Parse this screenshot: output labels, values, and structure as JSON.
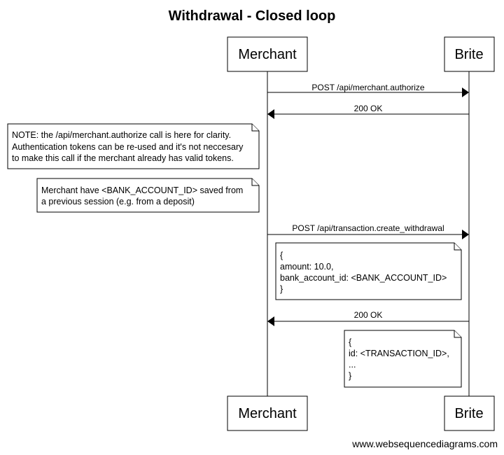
{
  "title": "Withdrawal - Closed loop",
  "actors": [
    "Merchant",
    "Brite"
  ],
  "messages": [
    {
      "label": "POST /api/merchant.authorize",
      "from": "Merchant",
      "to": "Brite"
    },
    {
      "label": "200 OK",
      "from": "Brite",
      "to": "Merchant"
    },
    {
      "label": "POST /api/transaction.create_withdrawal",
      "from": "Merchant",
      "to": "Brite"
    },
    {
      "label": "200 OK",
      "from": "Brite",
      "to": "Merchant"
    }
  ],
  "notes": [
    {
      "lines": [
        "NOTE: the /api/merchant.authorize call is here for clarity.",
        "Authentication tokens can be re-used and it's not neccesary",
        "to make this call if the merchant already has valid tokens."
      ]
    },
    {
      "lines": [
        "Merchant have <BANK_ACCOUNT_ID> saved from",
        "a previous session (e.g. from a deposit)"
      ]
    },
    {
      "lines": [
        "{",
        "amount: 10.0,",
        "bank_account_id: <BANK_ACCOUNT_ID>",
        "}"
      ]
    },
    {
      "lines": [
        "{",
        "id: <TRANSACTION_ID>,",
        "...",
        "}"
      ]
    }
  ],
  "footer": "www.websequencediagrams.com"
}
